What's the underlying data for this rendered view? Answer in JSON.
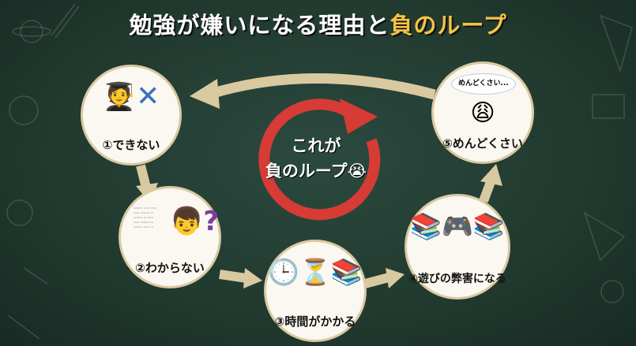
{
  "title": {
    "main": "勉強が嫌いになる理由と",
    "highlight": "負のループ"
  },
  "center": {
    "line1": "これが",
    "line2": "負のループ",
    "emoji": "😭"
  },
  "steps": [
    {
      "label": "①できない"
    },
    {
      "label": "②わからない"
    },
    {
      "label": "③時間がかかる"
    },
    {
      "label": "④遊びの弊害になる"
    },
    {
      "label": "⑤めんどくさい",
      "bubble": "めんどくさい..."
    }
  ],
  "colors": {
    "board": "#21392f",
    "arrow": "#d9c9a0",
    "loop": "#d63b35",
    "highlight": "#f4c544"
  }
}
